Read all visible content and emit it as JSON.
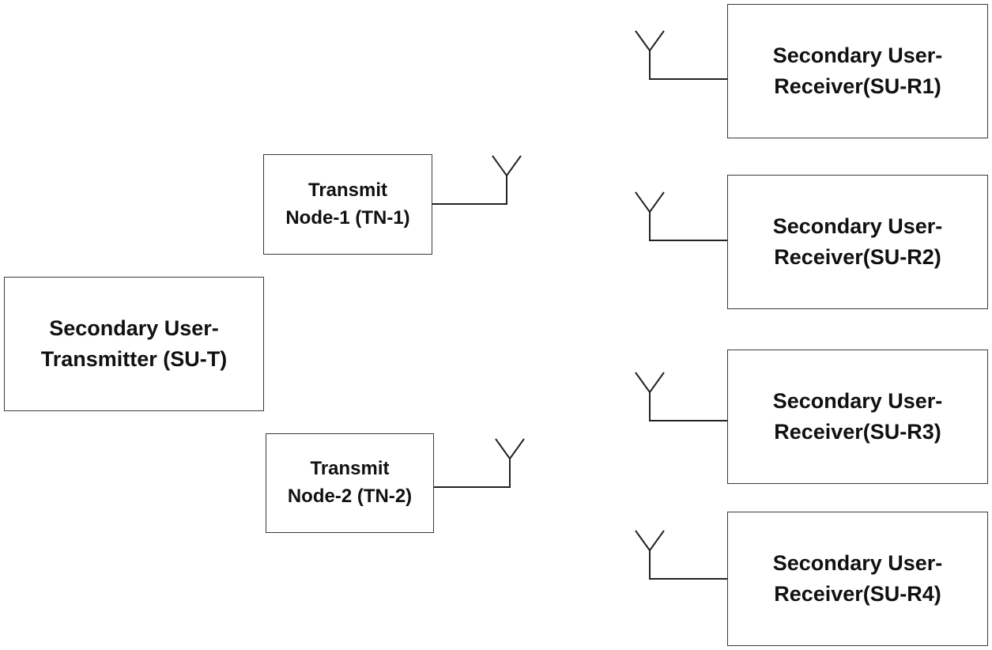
{
  "transmitter": {
    "line1": "Secondary User-",
    "line2": "Transmitter (SU-T)"
  },
  "transmit_nodes": [
    {
      "line1": "Transmit",
      "line2": "Node-1 (TN-1)"
    },
    {
      "line1": "Transmit",
      "line2": "Node-2 (TN-2)"
    }
  ],
  "receivers": [
    {
      "line1": "Secondary User-",
      "line2": "Receiver(SU-R1)"
    },
    {
      "line1": "Secondary User-",
      "line2": "Receiver(SU-R2)"
    },
    {
      "line1": "Secondary User-",
      "line2": "Receiver(SU-R3)"
    },
    {
      "line1": "Secondary User-",
      "line2": "Receiver(SU-R4)"
    }
  ],
  "colors": {
    "line": "#222222",
    "border": "#3a3a3a",
    "text": "#111111",
    "background": "#ffffff"
  },
  "icons": [
    "antenna-icon"
  ]
}
